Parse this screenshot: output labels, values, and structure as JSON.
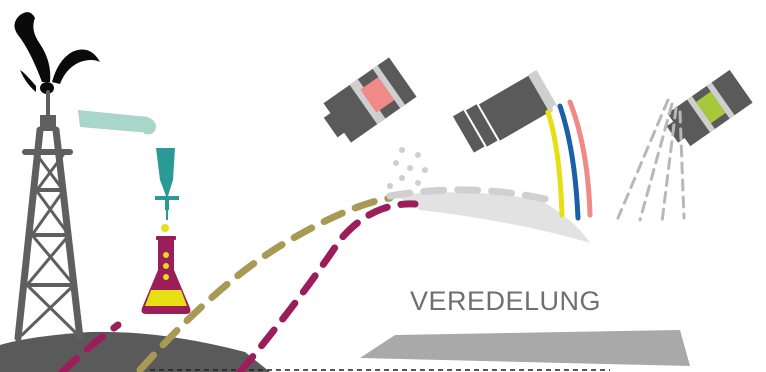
{
  "diagram": {
    "label": "VEREDELUNG",
    "colors": {
      "magenta": "#9b1e5a",
      "olive": "#a89a55",
      "gray_dark": "#5f5f5f",
      "gray_light": "#d5d5d5",
      "black": "#0a0a0a",
      "teal": "#2a9a96",
      "mint": "#a8d6c8",
      "yellow": "#e6df12",
      "pink": "#f08a86",
      "blue": "#1b5fa8",
      "lime": "#a6c83a"
    },
    "elements": [
      "oil-derrick",
      "oil-gush",
      "test-tube",
      "dropper",
      "erlenmeyer-flask",
      "tube-pink",
      "tube-stack",
      "color-streams",
      "spray-can",
      "dashed-paths",
      "surface-slabs"
    ]
  }
}
